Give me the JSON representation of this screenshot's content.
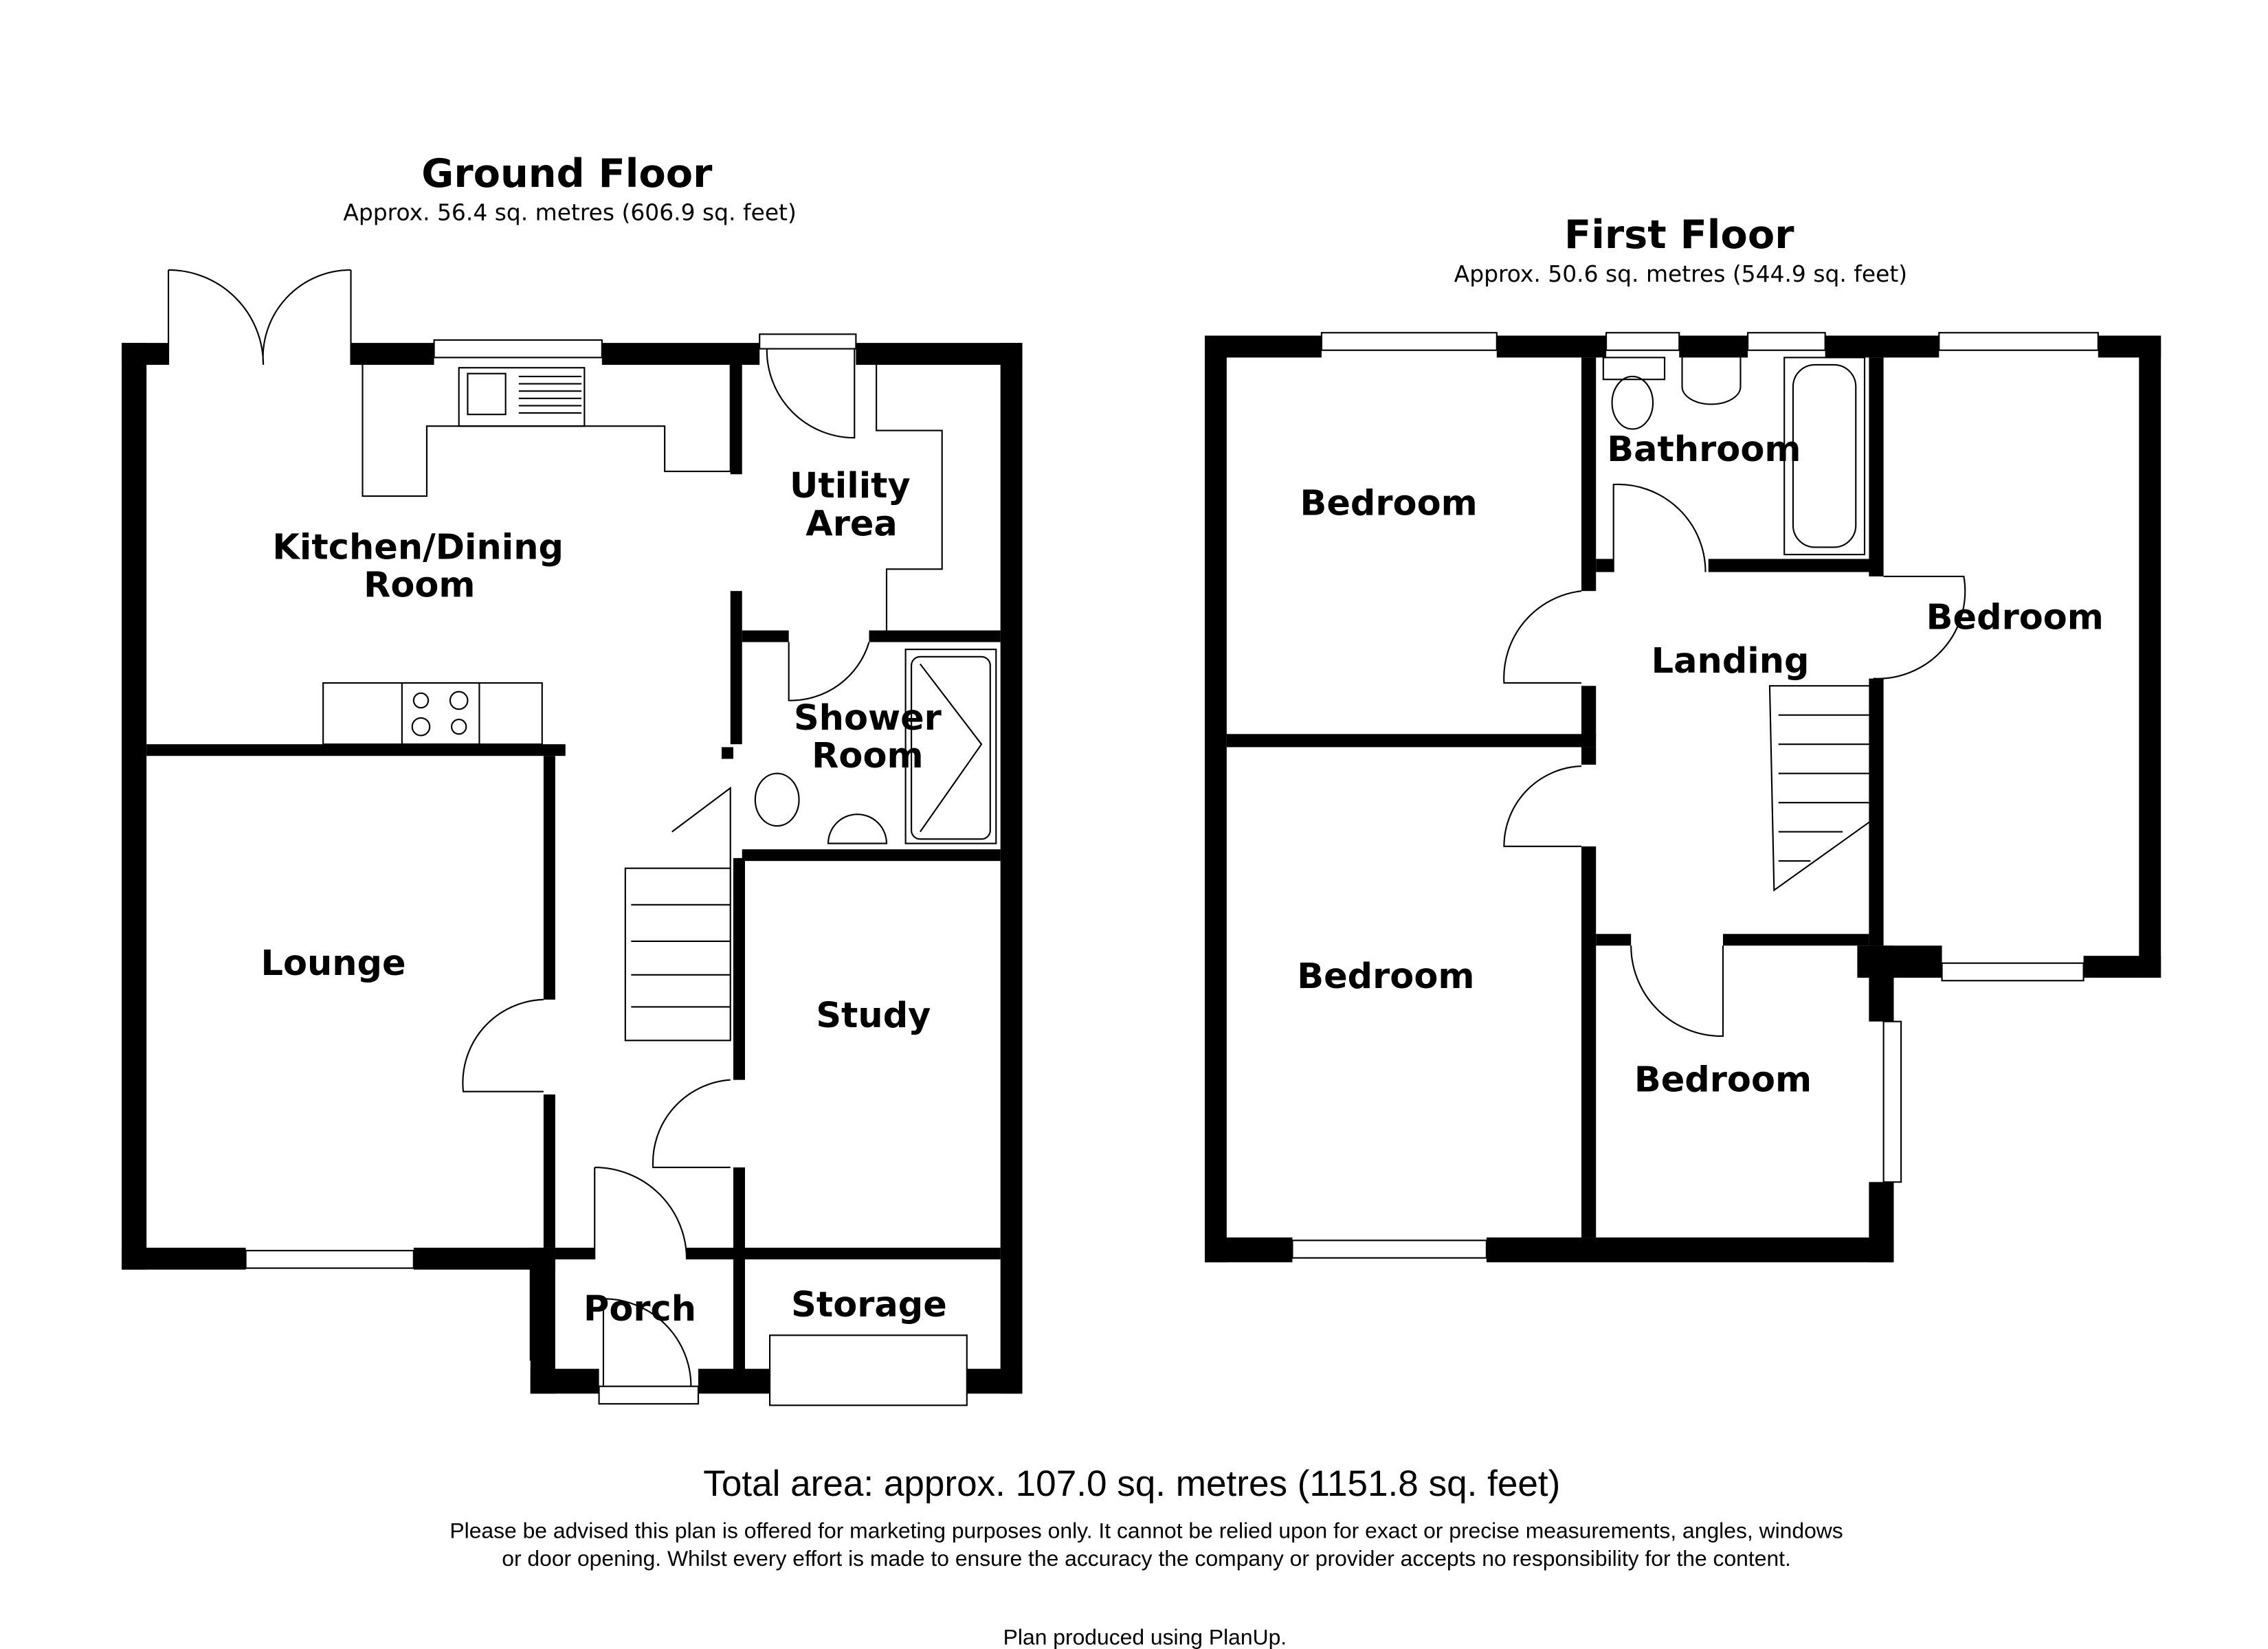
{
  "ground_floor": {
    "title": "Ground Floor",
    "area": "Approx. 56.4 sq. metres (606.9 sq. feet)",
    "rooms": {
      "kitchen_line1": "Kitchen/Dining",
      "kitchen_line2": "Room",
      "utility_line1": "Utility",
      "utility_line2": "Area",
      "shower_line1": "Shower",
      "shower_line2": "Room",
      "lounge": "Lounge",
      "study": "Study",
      "porch": "Porch",
      "storage": "Storage"
    }
  },
  "first_floor": {
    "title": "First Floor",
    "area": "Approx. 50.6 sq. metres (544.9 sq. feet)",
    "rooms": {
      "bedroom_1": "Bedroom",
      "bathroom": "Bathroom",
      "bedroom_2": "Bedroom",
      "landing": "Landing",
      "bedroom_3": "Bedroom",
      "bedroom_4": "Bedroom"
    }
  },
  "footer": {
    "total_area": "Total area: approx. 107.0 sq. metres (1151.8 sq. feet)",
    "disclaimer_line1": "Please be advised this plan is offered for marketing purposes only. It cannot be relied upon for exact or precise measurements, angles, windows",
    "disclaimer_line2": "or door opening. Whilst every effort is made to ensure the accuracy the company or provider accepts no responsibility for the content.",
    "credit": "Plan produced using PlanUp."
  }
}
